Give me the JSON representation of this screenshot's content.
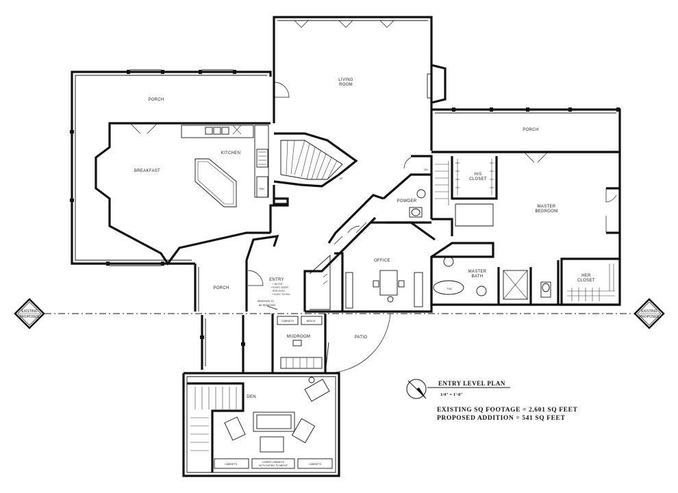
{
  "rooms": {
    "porch_west": "PORCH",
    "living_room_l1": "LIVING",
    "living_room_l2": "ROOM",
    "porch_east": "PORCH",
    "kitchen": "KITCHEN",
    "breakfast": "BREAKFAST",
    "his_closet_l1": "HIS",
    "his_closet_l2": "CLOSET",
    "master_bedroom_l1": "MASTER",
    "master_bedroom_l2": "BEDROOM",
    "powder": "POWDER",
    "office": "OFFICE",
    "master_bath_l1": "MASTER",
    "master_bath_l2": "BATH",
    "her_closet_l1": "HER",
    "her_closet_l2": "CLOSET",
    "porch_entry": "PORCH",
    "entry": "ENTRY",
    "mudroom": "MUDROOM",
    "patio": "PATIO",
    "den": "DEN"
  },
  "callouts": {
    "windows_removed_l1": "WINDOWS TO",
    "windows_removed_l2": "BE REMOVED",
    "entry_note_1": "+ 46 FLR",
    "entry_note_2": "+ EXIST. DOOR",
    "entry_note_3": "SITE ELEV.",
    "entry_note_4": "+ ELEV. TO FIN",
    "stair_up": "UP",
    "dn": "DN",
    "pantry": "PAN",
    "tub": "TUB",
    "bench": "BENCH",
    "cabinets": "CABINETS",
    "lower_cabinets_l1": "LOWER CABINETS",
    "lower_cabinets_l2": "W/ FLOATING TV ABOVE",
    "cabinets_right": "CABINETS"
  },
  "existing_proposed_tag": {
    "top": "EXISTING",
    "bottom": "PROPOSED"
  },
  "title_block": {
    "title": "ENTRY LEVEL PLAN",
    "scale": "1/4\" = 1'-0\"",
    "existing_sq_ft": "EXISTING SQ FOOTAGE = 2,601 SQ FEET",
    "proposed_addition": "PROPOSED ADDITION = 541 SQ FEET"
  }
}
